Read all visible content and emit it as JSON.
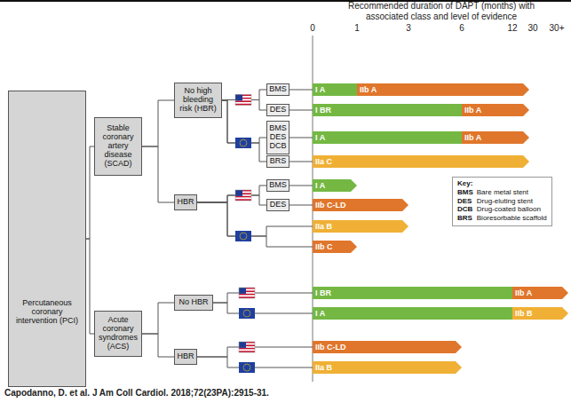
{
  "diagram": {
    "caption": "Capodanno, D. et al. J Am Coll Cardiol. 2018;72(23PA):2915-31.",
    "nodes": [
      {
        "text": [
          "Percutaneous coronary intervention (PCI)"
        ]
      },
      {
        "text": [
          "Stable coronary artery disease (SCAD)"
        ]
      },
      {
        "text": [
          "No high bleeding risk (HBR)"
        ]
      },
      {
        "text": [
          "BMS"
        ]
      },
      {
        "text": [
          "DES"
        ]
      },
      {
        "text": [
          "BMS DES DCB"
        ]
      },
      {
        "text": [
          "BRS"
        ]
      },
      {
        "text": [
          "HBR"
        ]
      },
      {
        "text": [
          "BMS"
        ]
      },
      {
        "text": [
          "DES"
        ]
      },
      {
        "text": [
          "Acute coronary syndromes (ACS)"
        ]
      },
      {
        "text": [
          "No HBR"
        ]
      },
      {
        "text": [
          "HBR"
        ]
      },
      {
        "text": [
          "Key:",
          "BMS",
          "Bare metal stent",
          "DES",
          "Drug-eluting stent",
          "DCB",
          "Drug-coated balloon",
          "BRS",
          "Bioresorbable scaffold"
        ]
      },
      {
        "text": [
          "I A"
        ]
      },
      {
        "text": [
          "IIb A"
        ]
      },
      {
        "text": [
          "I BR"
        ]
      },
      {
        "text": [
          "IIb A"
        ]
      },
      {
        "text": [
          "I A"
        ]
      },
      {
        "text": [
          "IIb A"
        ]
      },
      {
        "text": [
          "IIa C"
        ]
      },
      {
        "text": [
          "I A"
        ]
      },
      {
        "text": [
          "IIb C-LD"
        ]
      },
      {
        "text": [
          "IIa B"
        ]
      },
      {
        "text": [
          "IIb C"
        ]
      },
      {
        "text": [
          "I BR"
        ]
      },
      {
        "text": [
          "IIb A"
        ]
      },
      {
        "text": [
          "I A"
        ]
      },
      {
        "text": [
          "IIb B"
        ]
      },
      {
        "text": [
          "IIb C-LD"
        ]
      },
      {
        "text": [
          "IIa B"
        ]
      }
    ],
    "edges": [
      {
        "from": 0,
        "to": 1,
        "arrow": "none"
      },
      {
        "from": 0,
        "to": 10,
        "arrow": "none"
      },
      {
        "from": 1,
        "to": 2,
        "arrow": "none"
      },
      {
        "from": 1,
        "to": 7,
        "arrow": "none"
      },
      {
        "from": 2,
        "to": 3,
        "arrow": "none"
      },
      {
        "from": 2,
        "to": 4,
        "arrow": "none"
      },
      {
        "from": 2,
        "to": 5,
        "arrow": "none"
      },
      {
        "from": 2,
        "to": 6,
        "arrow": "none"
      },
      {
        "from": 7,
        "to": 8,
        "arrow": "none"
      },
      {
        "from": 7,
        "to": 9,
        "arrow": "none"
      },
      {
        "from": 7,
        "to": 23,
        "arrow": "none"
      },
      {
        "from": 7,
        "to": 24,
        "arrow": "none"
      },
      {
        "from": 10,
        "to": 11,
        "arrow": "none"
      },
      {
        "from": 10,
        "to": 12,
        "arrow": "none"
      },
      {
        "from": 11,
        "to": 25,
        "arrow": "none"
      },
      {
        "from": 11,
        "to": 27,
        "arrow": "none"
      },
      {
        "from": 12,
        "to": 29,
        "arrow": "none"
      },
      {
        "from": 12,
        "to": 30,
        "arrow": "none"
      },
      {
        "from": 3,
        "to": 14,
        "arrow": "none"
      },
      {
        "from": 4,
        "to": 16,
        "arrow": "none"
      },
      {
        "from": 5,
        "to": 18,
        "arrow": "none"
      },
      {
        "from": 6,
        "to": 20,
        "arrow": "none"
      },
      {
        "from": 8,
        "to": 21,
        "arrow": "none"
      },
      {
        "from": 9,
        "to": 22,
        "arrow": "none"
      }
    ],
    "labels": [
      "Recommended duration of DAPT (months) with associated class and level of evidence",
      "0",
      "1",
      "3",
      "6",
      "12",
      "30",
      "30+"
    ]
  }
}
